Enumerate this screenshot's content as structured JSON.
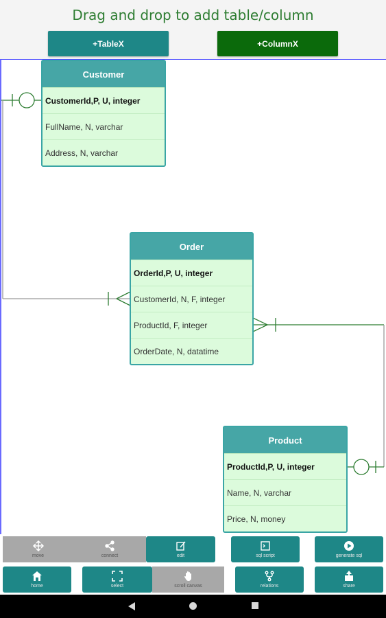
{
  "header": {
    "title": "Drag and drop to add table/column",
    "add_table_label": "+TableX",
    "add_column_label": "+ColumnX"
  },
  "entities": {
    "customer": {
      "name": "Customer",
      "columns": [
        "CustomerId,P, U, integer",
        "FullName, N, varchar",
        "Address, N, varchar"
      ]
    },
    "order": {
      "name": "Order",
      "columns": [
        "OrderId,P, U, integer",
        "CustomerId, N, F, integer",
        "ProductId, F, integer",
        "OrderDate, N, datatime"
      ]
    },
    "product": {
      "name": "Product",
      "columns": [
        "ProductId,P, U, integer",
        "Name, N, varchar",
        "Price, N, money"
      ]
    }
  },
  "toolbar": {
    "move": "move",
    "connect": "connect",
    "edit": "edit",
    "sql_script": "sql script",
    "generate_sql": "generate sql",
    "home": "home",
    "select": "select",
    "scroll_canvas": "scroll canvas",
    "relations": "relations",
    "share": "share"
  },
  "colors": {
    "accent_teal": "#1e8787",
    "accent_green": "#0b6a0b",
    "title_green": "#2e7d32",
    "entity_fill": "#dcfbdc",
    "entity_header": "#46a6a6",
    "relation_line": "#2e7d32"
  },
  "icons": {
    "move": "move-arrows-icon",
    "connect": "share-nodes-icon",
    "edit": "edit-icon",
    "sql_script": "terminal-icon",
    "generate_sql": "play-icon",
    "home": "home-icon",
    "select": "select-corners-icon",
    "scroll_canvas": "hand-icon",
    "relations": "fork-icon",
    "share": "export-icon"
  }
}
